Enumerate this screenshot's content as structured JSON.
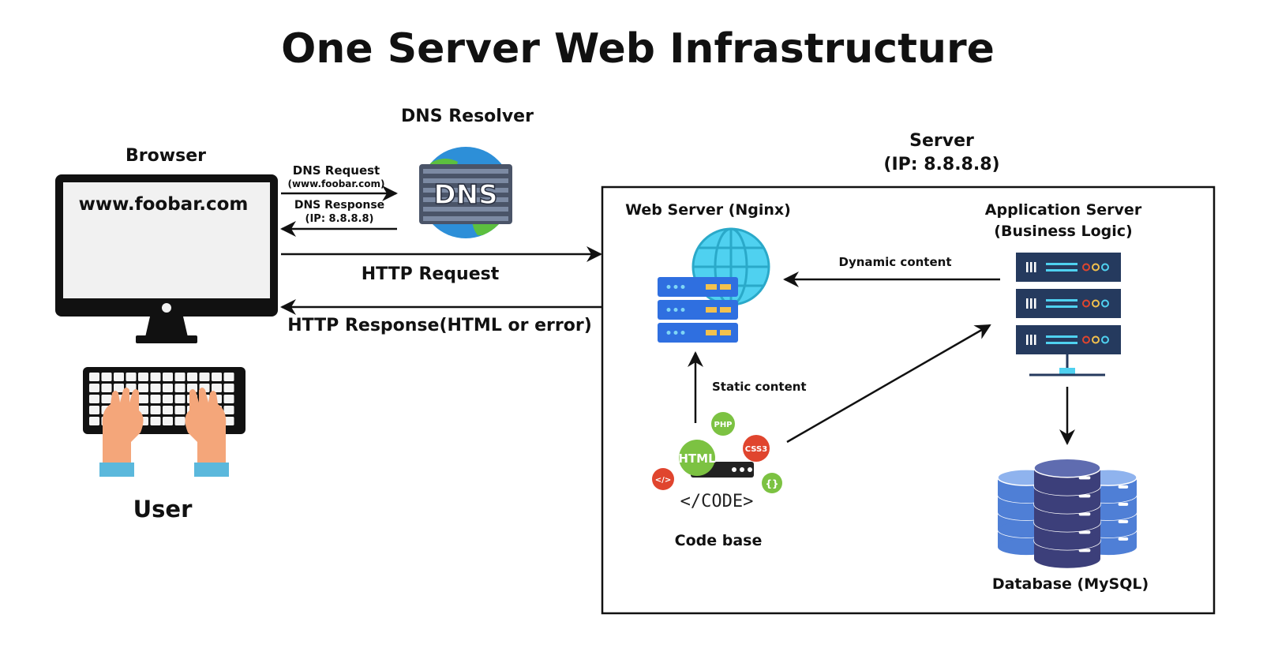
{
  "title": "One Server Web Infrastructure",
  "browser": {
    "label": "Browser",
    "url": "www.foobar.com"
  },
  "user": {
    "label": "User"
  },
  "dns": {
    "label": "DNS Resolver",
    "icon_text": "DNS",
    "request_label": "DNS Request",
    "request_sub": "(www.foobar.com)",
    "response_label": "DNS Response",
    "response_sub": "(IP: 8.8.8.8)"
  },
  "http": {
    "request_label": "HTTP Request",
    "response_label": "HTTP Response(HTML or error)"
  },
  "server": {
    "label_line1": "Server",
    "label_line2": "(IP: 8.8.8.8)",
    "web_server_label": "Web Server (Nginx)",
    "app_server_line1": "Application Server",
    "app_server_line2": "(Business Logic)",
    "dynamic_content_label": "Dynamic content",
    "static_content_label": "Static content",
    "code_base_label": "Code base",
    "code_icons": {
      "php": "PHP",
      "html": "HTML",
      "css": "CSS3",
      "code": "</CODE>",
      "tag": "</>",
      "braces": "{}"
    },
    "database_label": "Database (MySQL)"
  },
  "colors": {
    "arrow": "#111111",
    "monitor": "#111111",
    "screen": "#f1f1f1",
    "server_blue": "#2f6fe0",
    "server_navy": "#253a5e",
    "globe_cyan": "#4fd1f0",
    "db_blue": "#4f7fd6",
    "db_purple": "#3c3f7a",
    "skin": "#f4a67a",
    "sleeve": "#5bb8dc",
    "green_badge": "#7cc242",
    "red_badge": "#e0452e"
  }
}
